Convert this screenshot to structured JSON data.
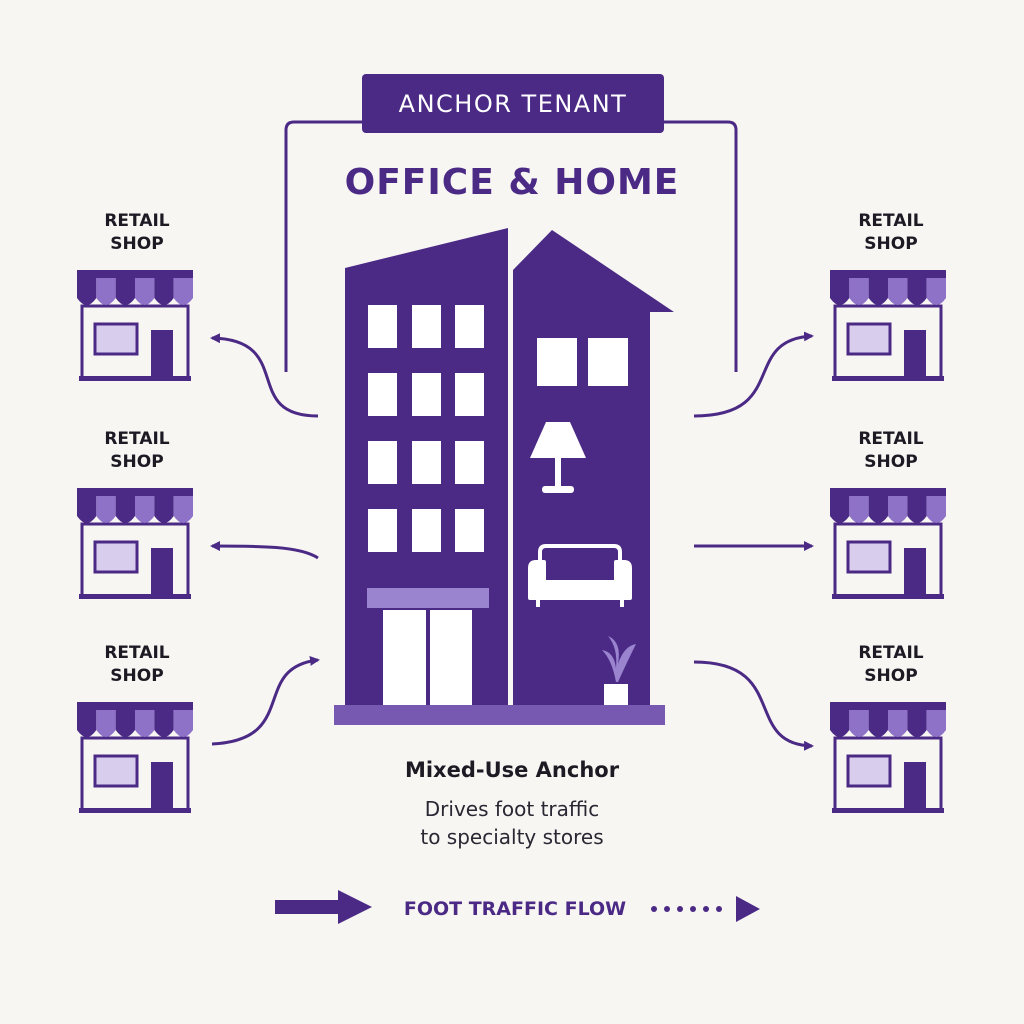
{
  "colors": {
    "primary": "#4b2a86",
    "accent": "#8e72c8",
    "light": "#d8cdec",
    "background": "#f8f6f3",
    "text": "#1d1a24"
  },
  "anchor": {
    "badge": "ANCHOR TENANT",
    "title": "OFFICE & HOME"
  },
  "shops": [
    {
      "line1": "RETAIL",
      "line2": "SHOP"
    },
    {
      "line1": "RETAIL",
      "line2": "SHOP"
    },
    {
      "line1": "RETAIL",
      "line2": "SHOP"
    },
    {
      "line1": "RETAIL",
      "line2": "SHOP"
    },
    {
      "line1": "RETAIL",
      "line2": "SHOP"
    },
    {
      "line1": "RETAIL",
      "line2": "SHOP"
    }
  ],
  "caption": {
    "title": "Mixed-Use Anchor",
    "line1": "Drives foot traffic",
    "line2": "to specialty stores"
  },
  "legend": {
    "label": "FOOT TRAFFIC FLOW"
  },
  "icons": [
    "office-tower-icon",
    "house-icon",
    "lamp-icon",
    "sofa-icon",
    "potted-plant-icon",
    "storefront-icon"
  ]
}
